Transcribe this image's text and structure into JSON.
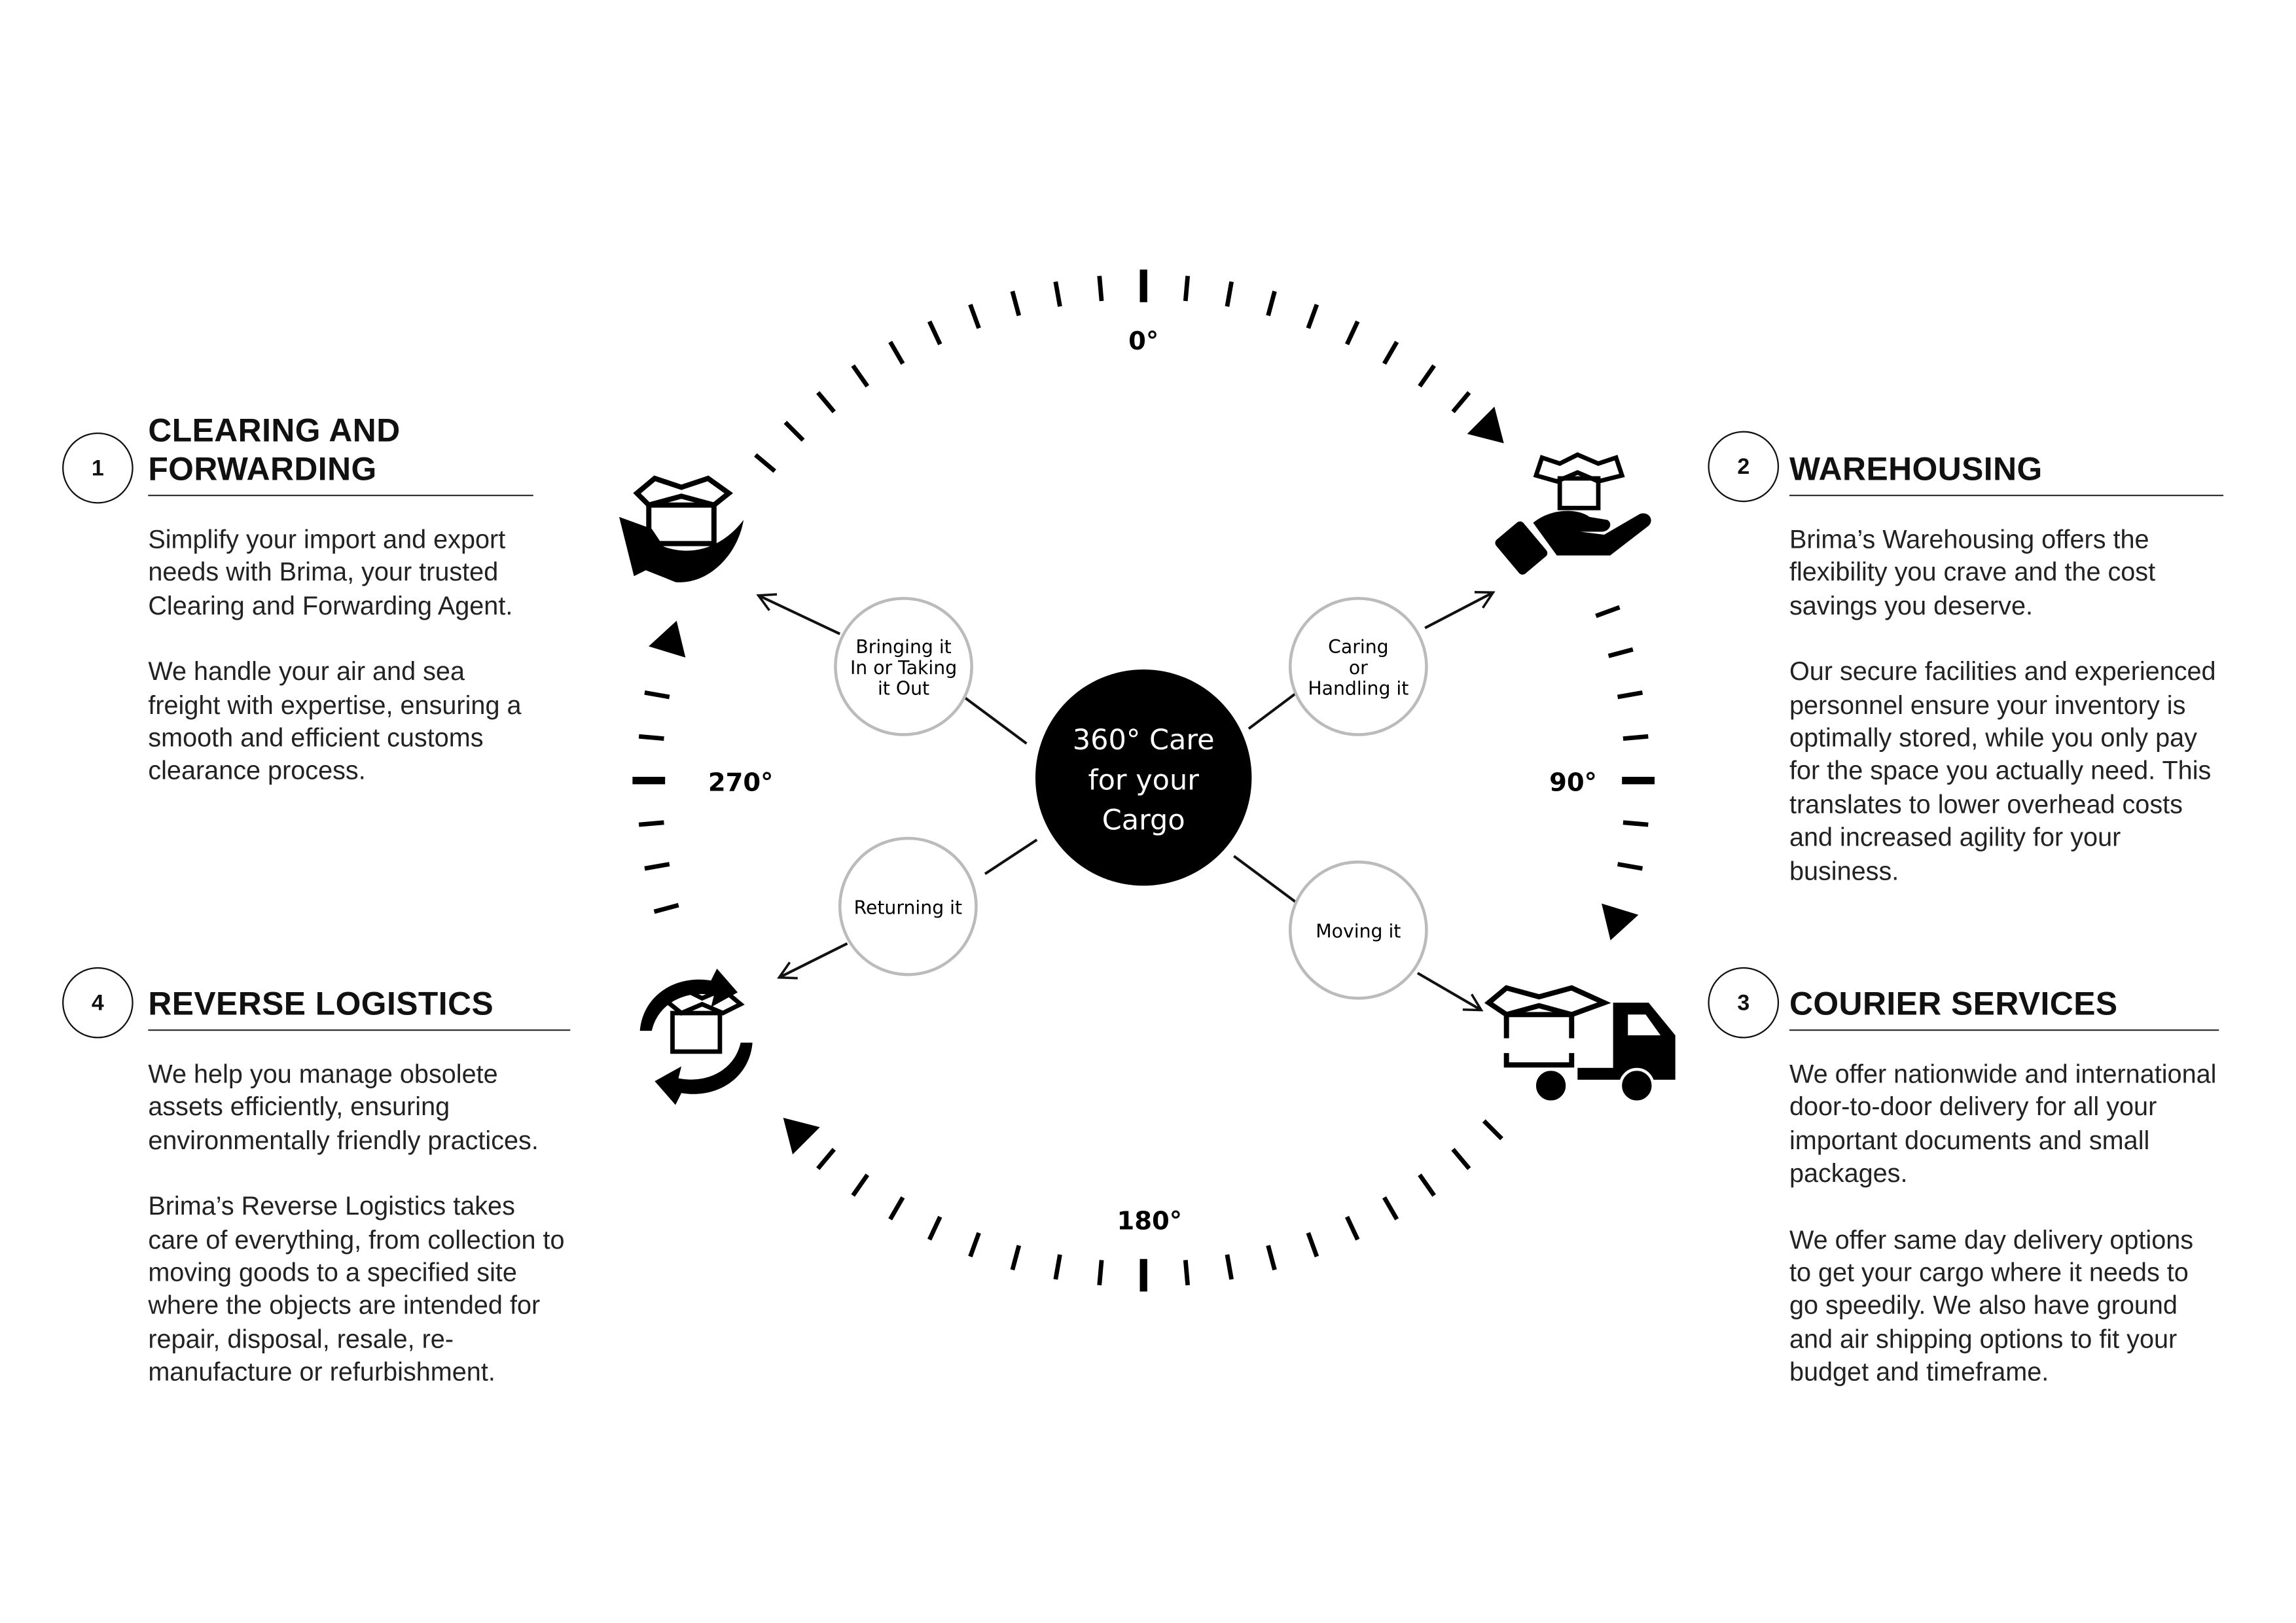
{
  "sections": [
    {
      "num": "1",
      "title_line1": "CLEARING AND",
      "title_line2": "FORWARDING",
      "p1": "Simplify your import and export needs with Brima, your trusted Clearing and Forwarding Agent.",
      "p2": "We handle your air and sea freight with expertise, ensuring a smooth and efficient customs clearance process."
    },
    {
      "num": "2",
      "title": "WAREHOUSING",
      "p1": "Brima’s Warehousing offers the flexibility you crave and the cost savings you deserve.",
      "p2": "Our secure facilities and experienced personnel ensure your inventory is optimally stored, while you only pay for the space you actually need. This translates to lower overhead costs and increased agility for your business."
    },
    {
      "num": "3",
      "title": "COURIER SERVICES",
      "p1": "We offer nationwide and international door-to-door delivery for all your important documents and small packages.",
      "p2": "We offer same day delivery options to get your cargo where it needs to go speedily. We also have ground and air shipping options to fit your budget and timeframe."
    },
    {
      "num": "4",
      "title": "REVERSE LOGISTICS",
      "p1": "We help you manage obsolete assets efficiently, ensuring environmentally friendly practices.",
      "p2": "Brima’s Reverse Logistics takes care of everything, from collection to moving goods to a specified site where the objects are intended for repair, disposal, resale, re-manufacture or refurbishment."
    }
  ],
  "dial": {
    "labels": [
      "0°",
      "90°",
      "180°",
      "270°"
    ]
  },
  "center": {
    "line1": "360° Care",
    "line2": "for your",
    "line3": "Cargo"
  },
  "nodes": {
    "bringing": [
      "Bringing it",
      "In or Taking",
      "it Out"
    ],
    "caring": [
      "Caring",
      "or",
      "Handling it"
    ],
    "returning": [
      "Returning it"
    ],
    "moving": [
      "Moving it"
    ]
  }
}
